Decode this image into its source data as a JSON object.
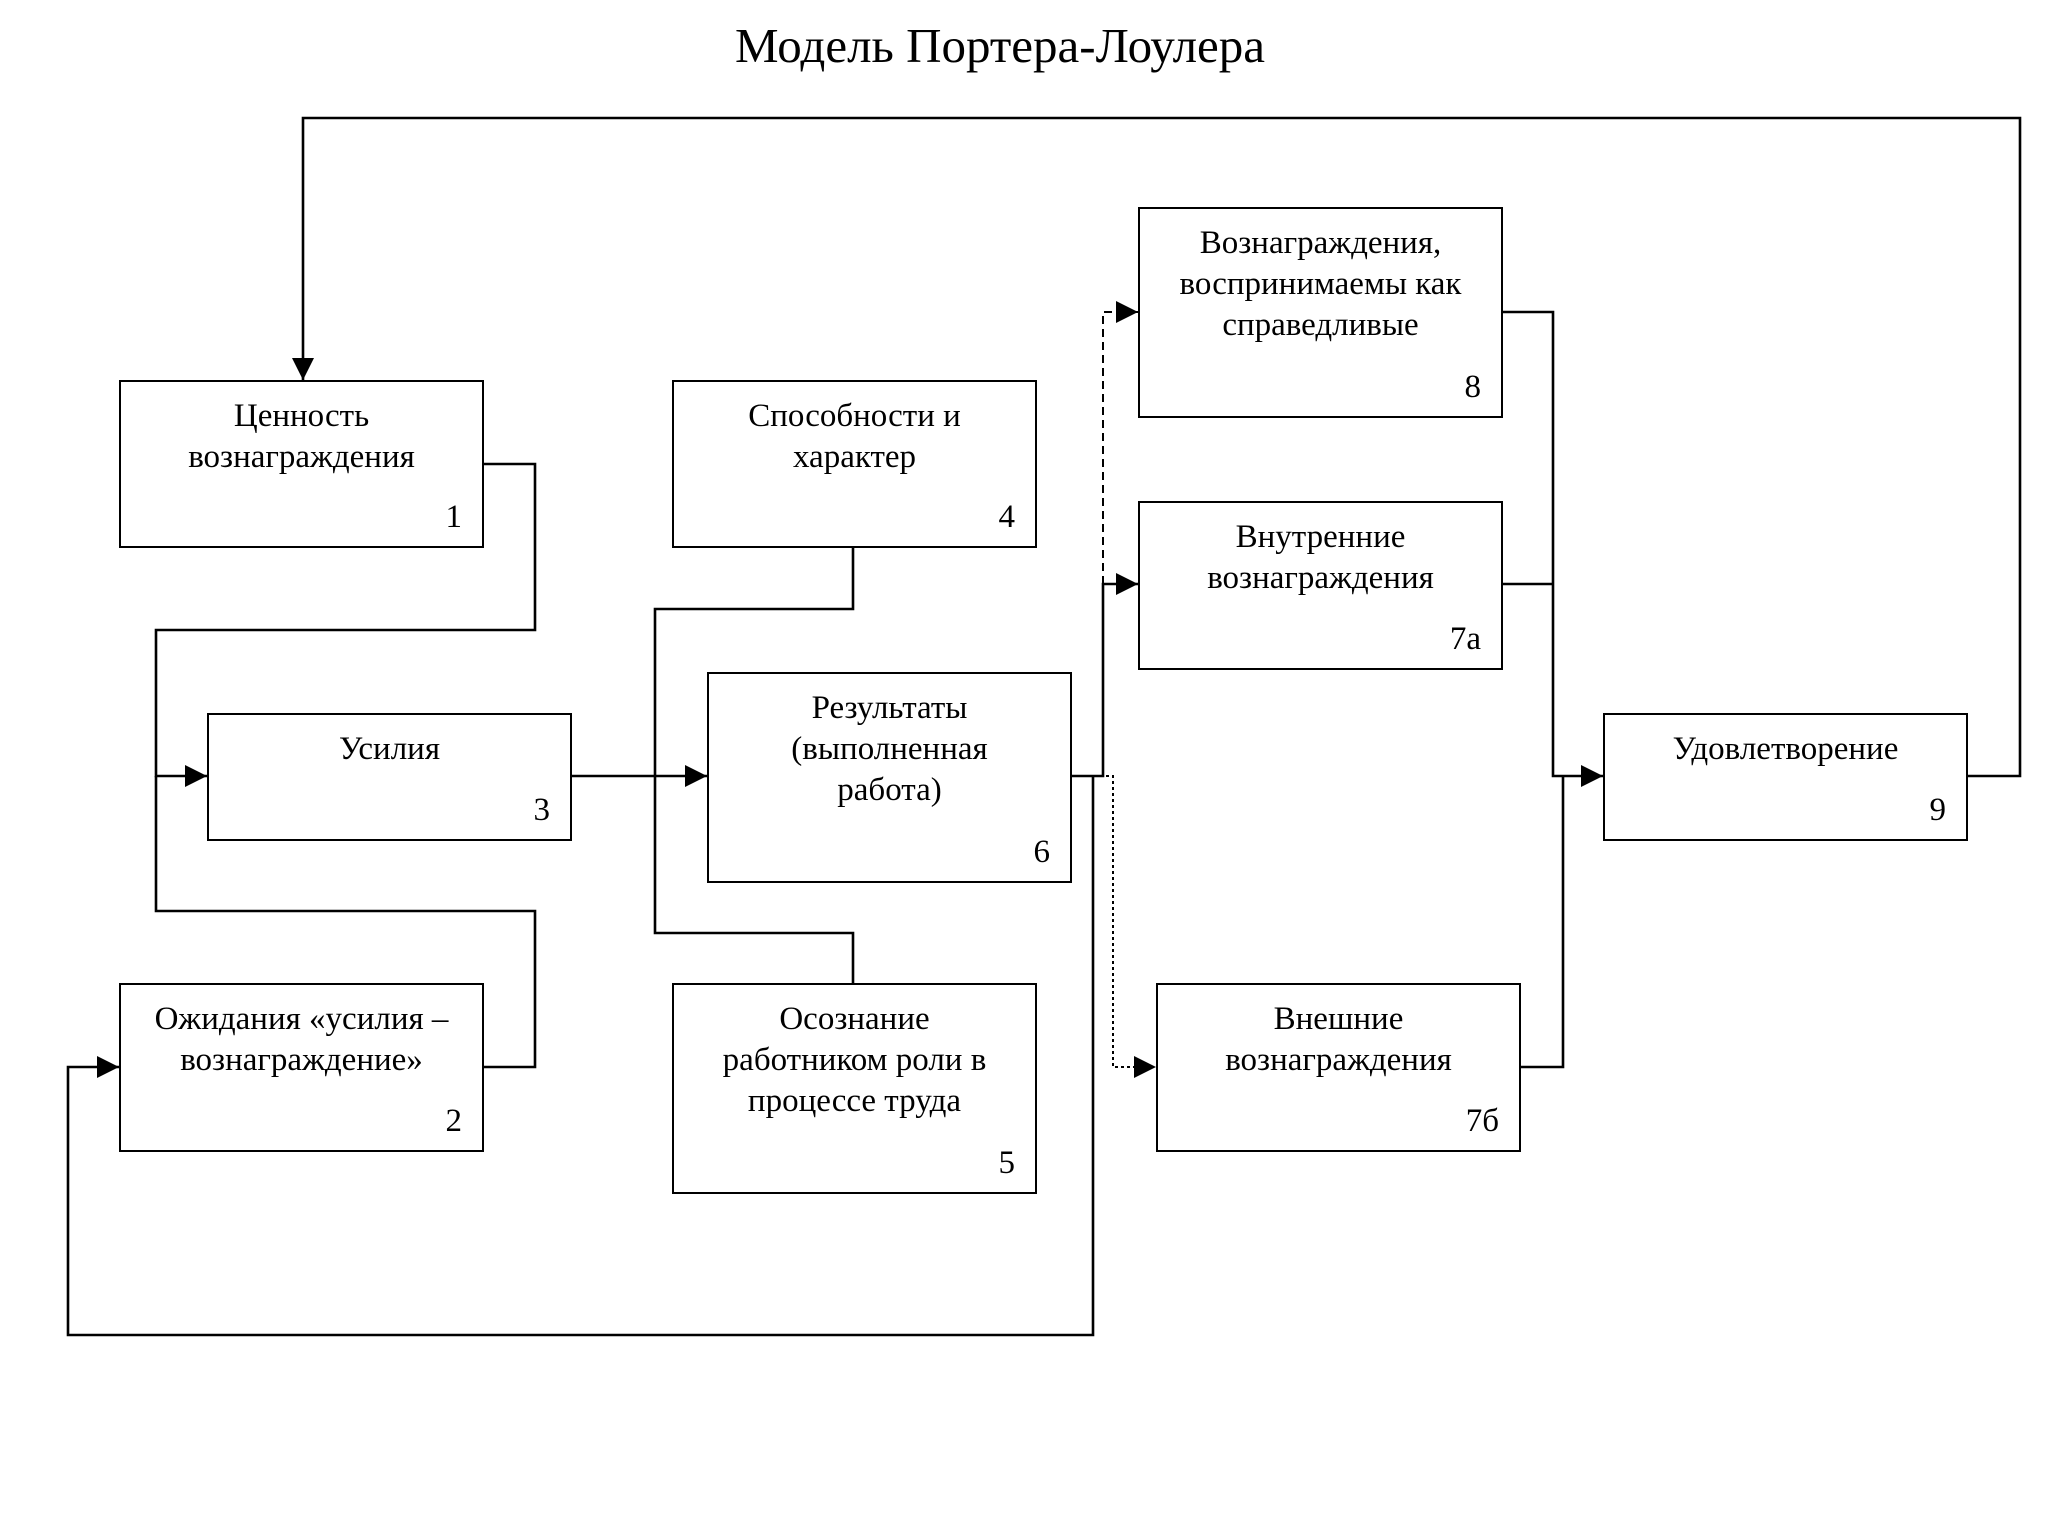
{
  "title": "Модель Портера-Лоулера",
  "boxes": {
    "b1": {
      "label": "Ценность\nвознаграждения",
      "num": "1"
    },
    "b2": {
      "label": "Ожидания «усилия –\nвознаграждение»",
      "num": "2"
    },
    "b3": {
      "label": "Усилия",
      "num": "3"
    },
    "b4": {
      "label": "Способности и\nхарактер",
      "num": "4"
    },
    "b5": {
      "label": "Осознание\nработником роли в\nпроцессе труда",
      "num": "5"
    },
    "b6": {
      "label": "Результаты\n(выполненная\nработа)",
      "num": "6"
    },
    "b7a": {
      "label": "Внутренние\nвознаграждения",
      "num": "7а"
    },
    "b7b": {
      "label": "Внешние\nвознаграждения",
      "num": "7б"
    },
    "b8": {
      "label": "Вознаграждения,\nвоспринимаемы как\nсправедливые",
      "num": "8"
    },
    "b9": {
      "label": "Удовлетворение",
      "num": "9"
    }
  }
}
